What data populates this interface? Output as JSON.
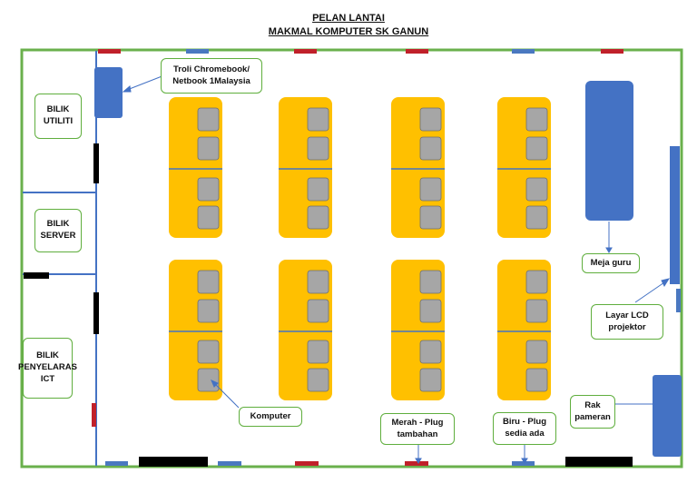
{
  "title": {
    "line1": "PELAN LANTAI",
    "line2": "MAKMAL KOMPUTER SK GANUN"
  },
  "rooms": {
    "utility": "BILIK UTILITI",
    "server": "BILIK SERVER",
    "ict_coordinator": "BILIK PENYELARAS ICT"
  },
  "callouts": {
    "trolley": "Troli Chromebook/ Netbook 1Malaysia",
    "teacher_desk": "Meja guru",
    "lcd_screen": "Layar LCD projektor",
    "display_rack": "Rak pameran",
    "computer": "Komputer",
    "red_plug": "Merah - Plug tambahan",
    "blue_plug": "Biru - Plug sedia ada"
  },
  "colors": {
    "wall": "#6ab04c",
    "table": "#ffc000",
    "computer": "#a6a6a6",
    "furniture_blue": "#4472c4",
    "plug_red": "#c0202a",
    "plug_blue": "#4a78c0",
    "door_black": "#000000"
  }
}
